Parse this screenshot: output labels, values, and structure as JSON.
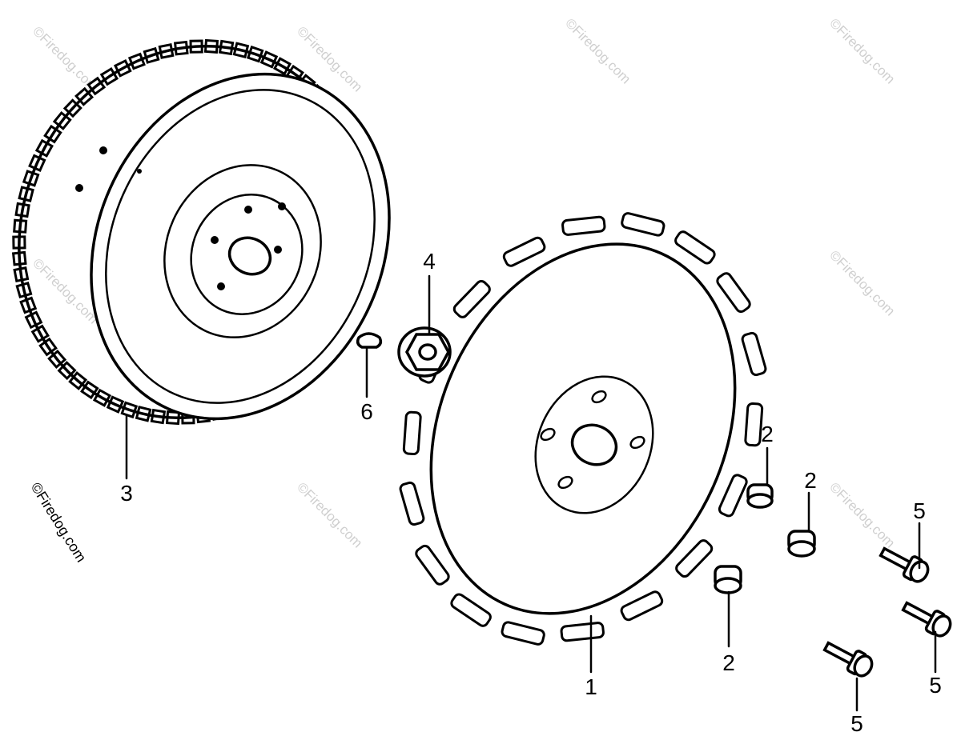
{
  "watermark": "©Firedog.com",
  "side_watermark": "©Firedog.com",
  "callouts": {
    "flywheel": "3",
    "fan": "1",
    "nut": "4",
    "key": "6",
    "collar_a": "2",
    "collar_b": "2",
    "collar_c": "2",
    "bolt_a": "5",
    "bolt_b": "5",
    "bolt_c": "5"
  }
}
